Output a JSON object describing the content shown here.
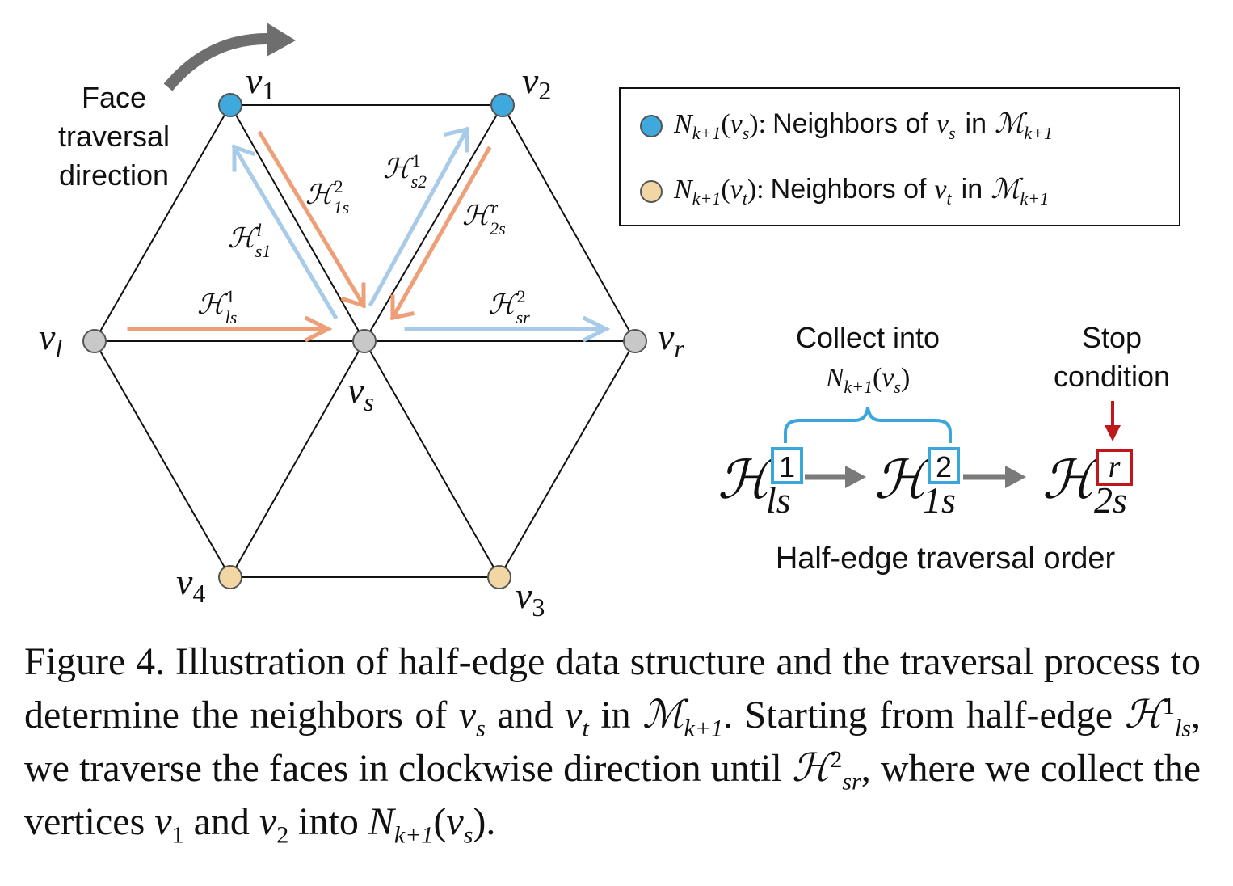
{
  "colors": {
    "blue_vertex": "#3fa8dc",
    "tan_vertex": "#f2d6a4",
    "gray_vertex": "#c8c8c8",
    "blue_arrow": "#a9cbea",
    "orange_arrow": "#ef9f78",
    "direction_arrow": "#6e6e6e",
    "brace_blue": "#3aa6dc",
    "stop_red": "#c0171c"
  },
  "diagram": {
    "direction_label": [
      "Face",
      "traversal",
      "direction"
    ],
    "vertices": {
      "v1": {
        "base": "v",
        "sub": "1"
      },
      "v2": {
        "base": "v",
        "sub": "2"
      },
      "vl": {
        "base": "v",
        "sub": "l"
      },
      "vr": {
        "base": "v",
        "sub": "r"
      },
      "vs": {
        "base": "v",
        "sub": "s"
      },
      "v3": {
        "base": "v",
        "sub": "3"
      },
      "v4": {
        "base": "v",
        "sub": "4"
      }
    },
    "half_edges": {
      "H1s2": {
        "sup": "2",
        "sub": "1s"
      },
      "Hs1l": {
        "sup": "l",
        "sub": "s1"
      },
      "Hs21": {
        "sup": "1",
        "sub": "s2"
      },
      "H2sr": {
        "sup": "r",
        "sub": "2s"
      },
      "Hls1": {
        "sup": "1",
        "sub": "ls"
      },
      "Hsr2": {
        "sup": "2",
        "sub": "sr"
      }
    },
    "script_H": "ℋ"
  },
  "legend": {
    "items": [
      {
        "set": "N",
        "set_sub": "k+1",
        "arg": "v",
        "arg_sub": "s",
        "text": "Neighbors of",
        "var": "v",
        "var_sub": "s",
        "in": "in",
        "mesh": "ℳ",
        "mesh_sub": "k+1"
      },
      {
        "set": "N",
        "set_sub": "k+1",
        "arg": "v",
        "arg_sub": "t",
        "text": "Neighbors of",
        "var": "v",
        "var_sub": "t",
        "in": "in",
        "mesh": "ℳ",
        "mesh_sub": "k+1"
      }
    ]
  },
  "order_panel": {
    "collect_label": "Collect into",
    "collect_set": {
      "base": "N",
      "sub": "k+1",
      "arg": "v",
      "arg_sub": "s"
    },
    "stop_label": [
      "Stop",
      "condition"
    ],
    "items": [
      {
        "sup": "1",
        "sub": "ls"
      },
      {
        "sup": "2",
        "sub": "1s"
      },
      {
        "sup": "r",
        "sub": "2s"
      }
    ],
    "title": "Half-edge traversal order"
  },
  "caption": {
    "fig": "Figure 4.",
    "p1": "Illustration of half-edge data structure and the traversal process to determine the neighbors of",
    "m1": "v",
    "m1s": "s",
    "p2": "and",
    "m2": "v",
    "m2s": "t",
    "p3": "in",
    "m3": "ℳ",
    "m3s": "k+1",
    "p4": ". Starting from half-edge",
    "m4": "ℋ",
    "m4sup": "1",
    "m4sub": "ls",
    "p5": ", we traverse the faces in clockwise direction until",
    "m5": "ℋ",
    "m5sup": "2",
    "m5sub": "sr",
    "p6": ", where we collect the vertices",
    "m6": "v",
    "m6s": "1",
    "p7": "and",
    "m7": "v",
    "m7s": "2",
    "p8": "into",
    "m8": "N",
    "m8s": "k+1",
    "m8arg": "v",
    "m8args": "s",
    "p9": "."
  }
}
